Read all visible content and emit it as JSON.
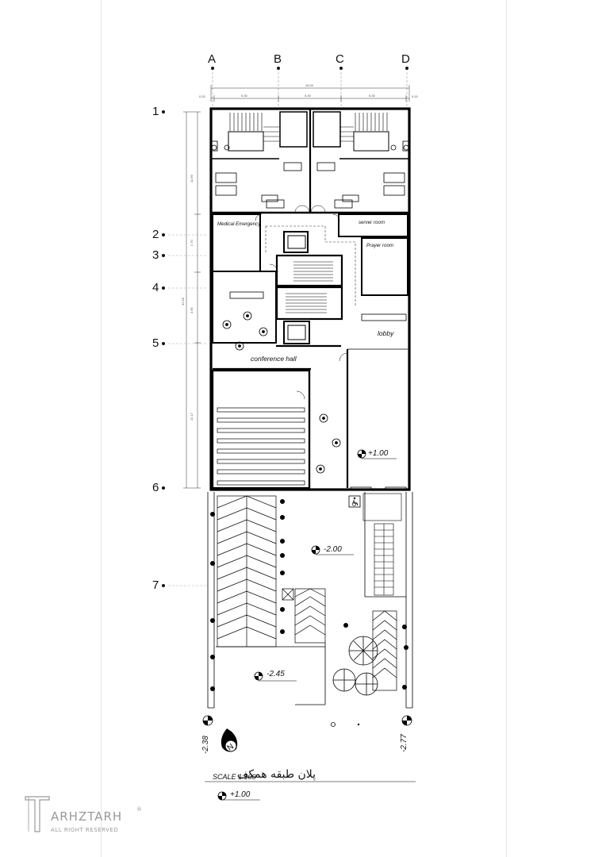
{
  "grid": {
    "columns": [
      "A",
      "B",
      "C",
      "D"
    ],
    "rows": [
      "1",
      "2",
      "3",
      "4",
      "5",
      "6",
      "7"
    ]
  },
  "dimensions": {
    "overall_width": "16.00",
    "segments": [
      "0.20",
      "5.30",
      "5.30",
      "5.30",
      "0.20"
    ],
    "left_side": [
      "11.96",
      "2.70",
      "4.65",
      "12.17"
    ],
    "left_total": "31.50"
  },
  "rooms": {
    "medical": "Medical Emergency",
    "server": "server room",
    "prayer": "Prayer room",
    "lobby": "lobby",
    "conference": "conference hall"
  },
  "levels": {
    "ground": "+1.00",
    "parking": "-2.00",
    "parking_low": "-2.45",
    "edge_left": "-2.38",
    "edge_right": "-2.77"
  },
  "title": {
    "scale": "SCALE 1:100",
    "persian": "پلان طبقه همکف",
    "level": "+1.00"
  },
  "logo": {
    "brand": "ARHZTARH",
    "sub": "ALL RIGHT RESERVED",
    "mark": "®"
  }
}
